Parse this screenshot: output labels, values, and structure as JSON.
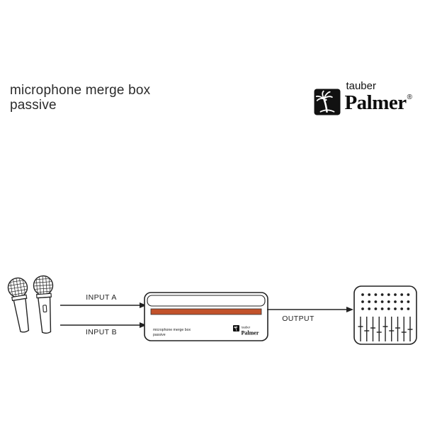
{
  "colors": {
    "stripe": "#c2522b",
    "outline": "#222222",
    "logo_bg": "#111111"
  },
  "header": {
    "title_line1": "microphone merge box",
    "title_line2": "passive",
    "brand": {
      "sub": "tauber",
      "name": "Palmer",
      "registered": "®"
    }
  },
  "diagram": {
    "input_a_label": "INPUT A",
    "input_b_label": "INPUT B",
    "output_label": "OUTPUT",
    "device": {
      "label_line1": "microphone merge box",
      "label_line2": "passive",
      "brand_sub": "tauber",
      "brand_name": "Palmer"
    }
  }
}
